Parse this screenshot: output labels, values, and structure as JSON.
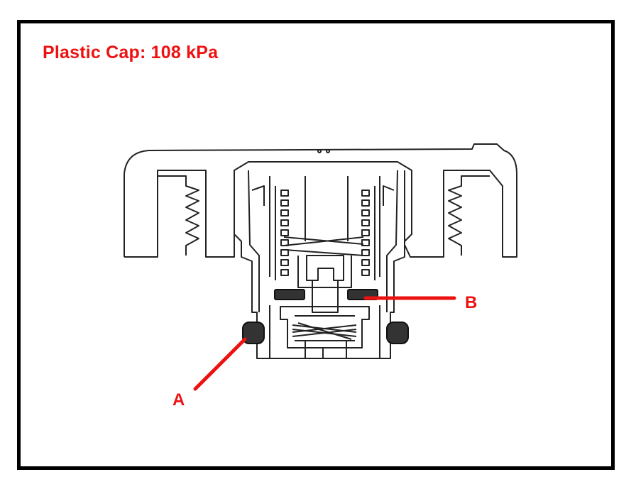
{
  "title": "Plastic Cap: 108 kPa",
  "callouts": {
    "a": "A",
    "b": "B"
  },
  "colors": {
    "accent": "#ee1111",
    "line": "#222222",
    "seal": "#333333"
  }
}
